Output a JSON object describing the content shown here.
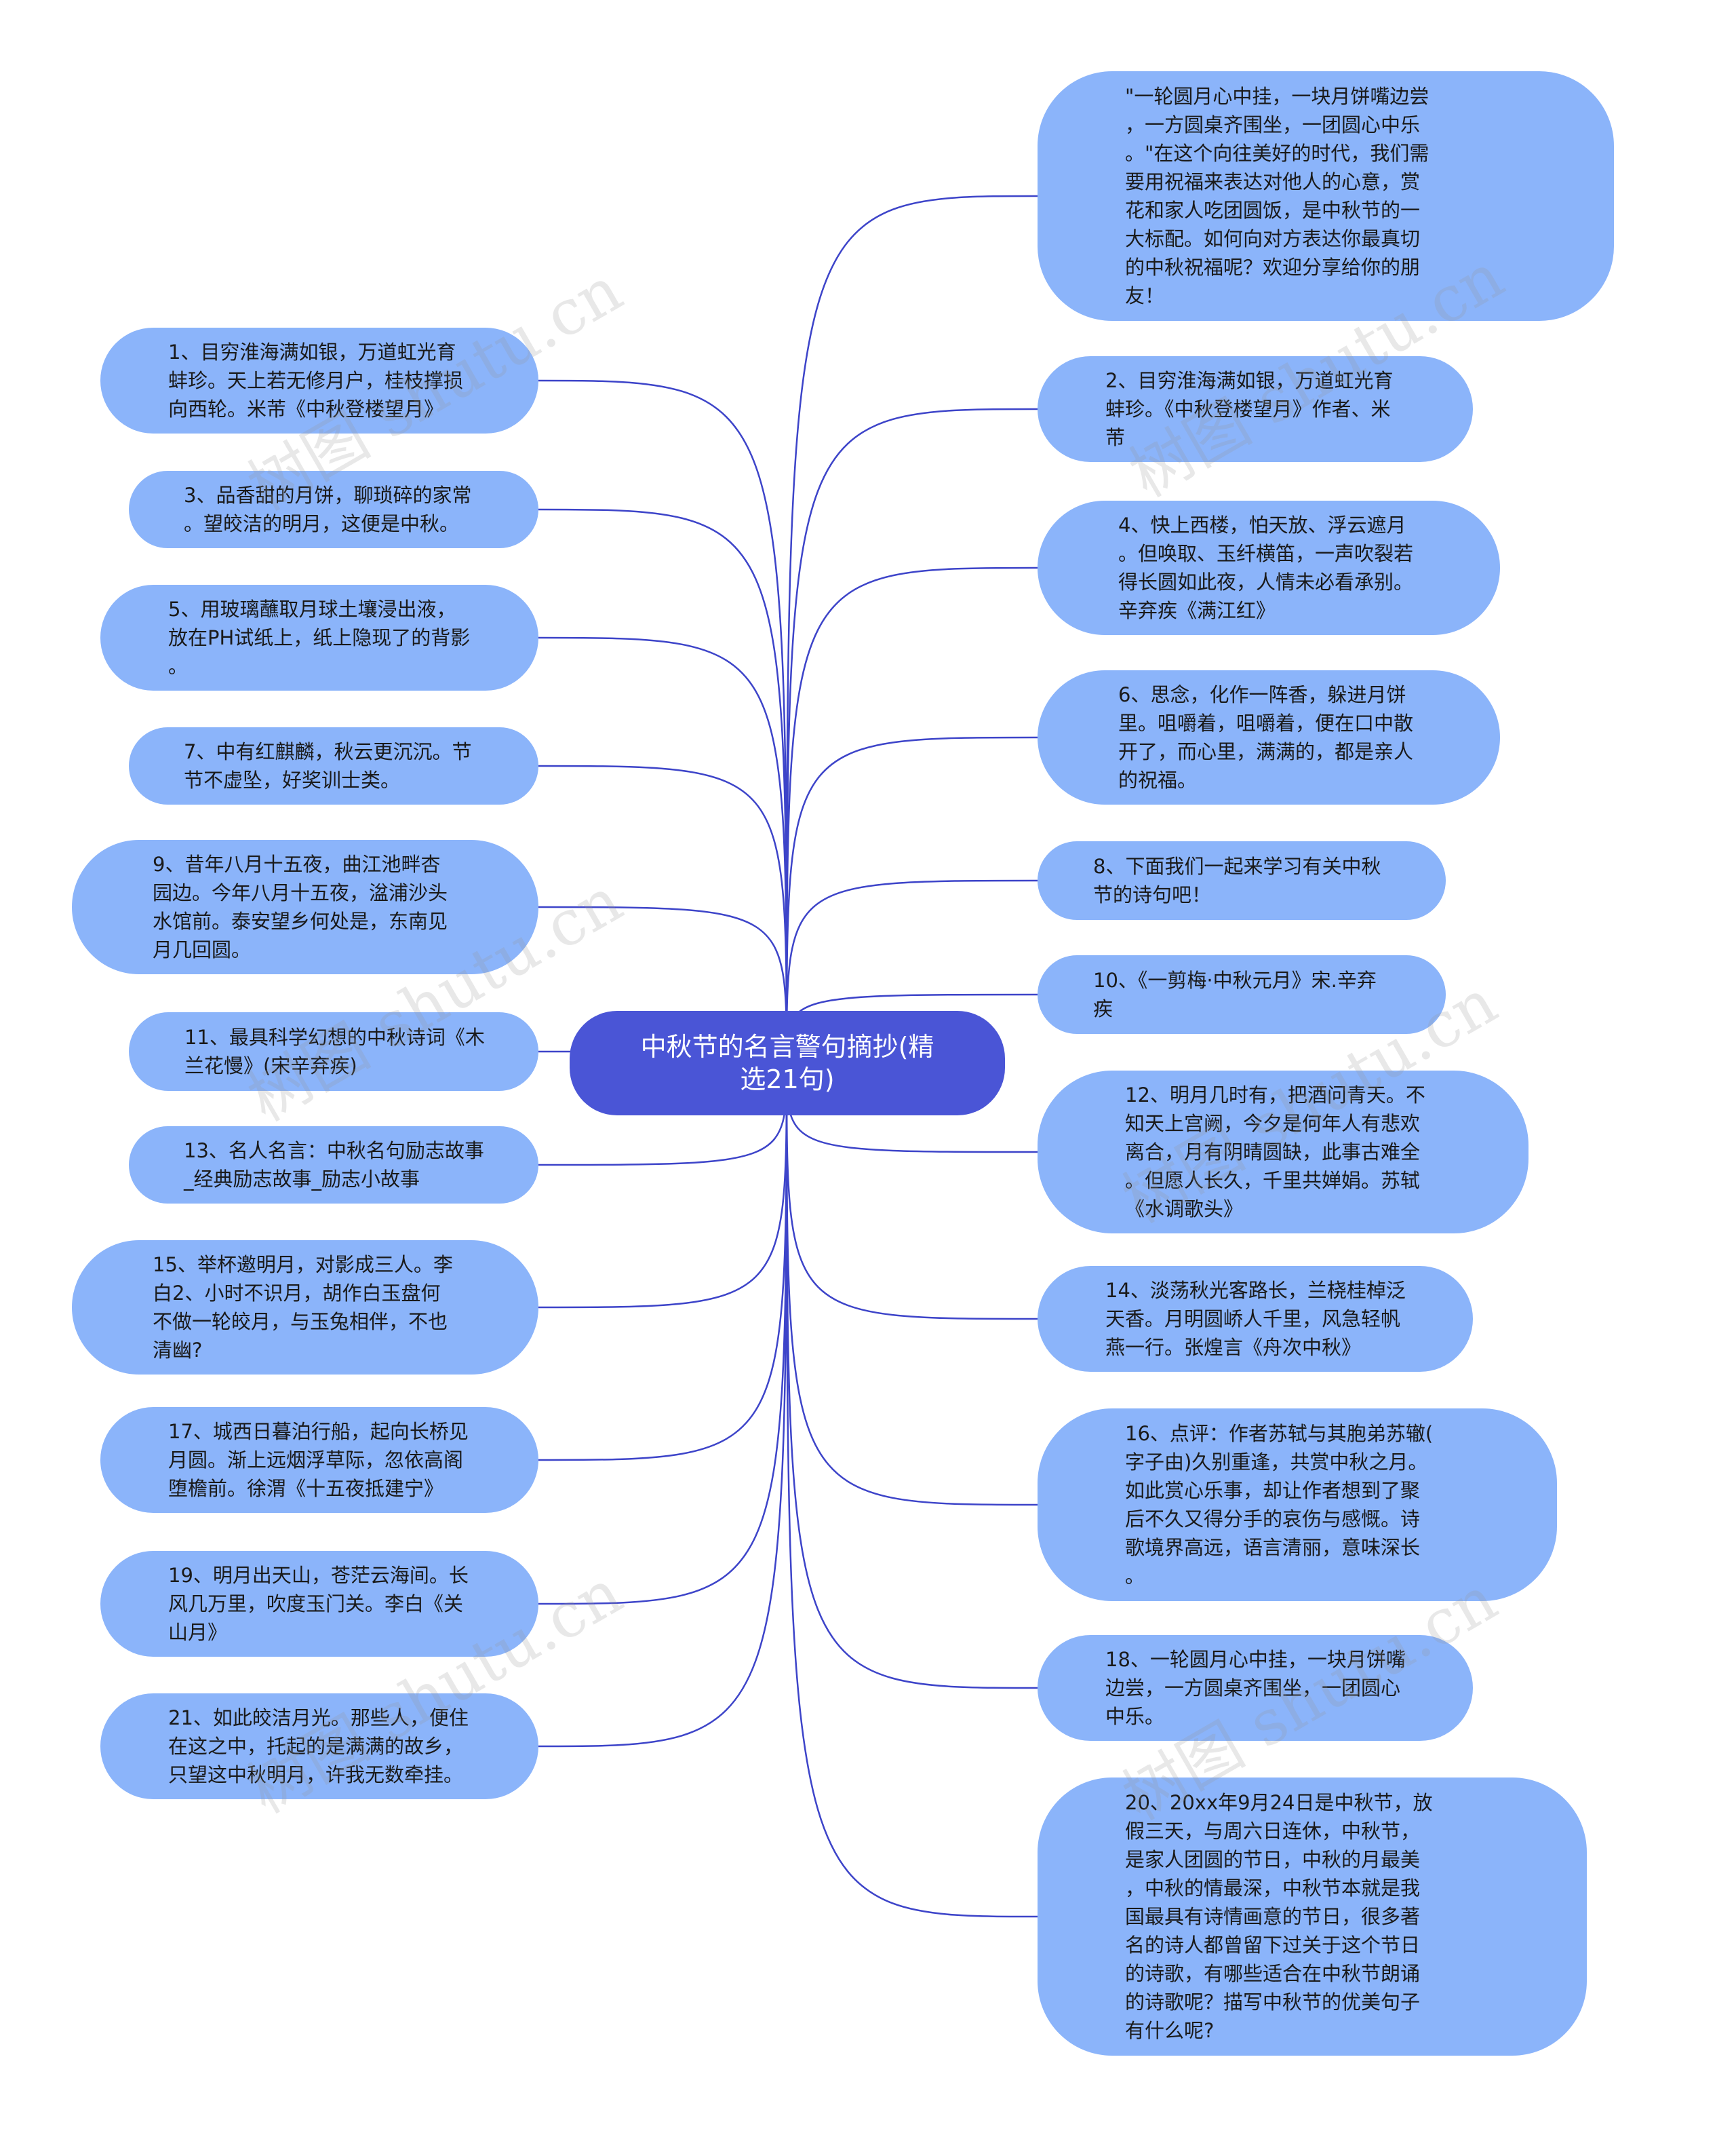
{
  "root": {
    "title": "中秋节的名言警句摘抄(精\n选21句)"
  },
  "nodes": [
    {
      "id": "r0",
      "text": "\"一轮圆月心中挂，一块月饼嘴边尝\n，一方圆桌齐围坐，一团圆心中乐\n。\"在这个向往美好的时代，我们需\n要用祝福来表达对他人的心意，赏\n花和家人吃团圆饭，是中秋节的一\n大标配。如何向对方表达你最真切\n的中秋祝福呢？欢迎分享给你的朋\n友！"
    },
    {
      "id": "l1",
      "text": "1、目穷淮海满如银，万道虹光育\n蚌珍。天上若无修月户，桂枝撑损\n向西轮。米芾《中秋登楼望月》"
    },
    {
      "id": "r2",
      "text": "2、目穷淮海满如银，万道虹光育\n蚌珍。《中秋登楼望月》作者、米\n芾"
    },
    {
      "id": "l3",
      "text": "3、品香甜的月饼，聊琐碎的家常\n。望皎洁的明月，这便是中秋。"
    },
    {
      "id": "r4",
      "text": "4、快上西楼，怕天放、浮云遮月\n。但唤取、玉纤横笛，一声吹裂若\n得长圆如此夜，人情未必看承别。\n辛弃疾《满江红》"
    },
    {
      "id": "l5",
      "text": "5、用玻璃蘸取月球土壤浸出液，\n放在PH试纸上，纸上隐现了的背影\n。"
    },
    {
      "id": "r6",
      "text": "6、思念，化作一阵香，躲进月饼\n里。咀嚼着，咀嚼着，便在口中散\n开了，而心里，满满的，都是亲人\n的祝福。"
    },
    {
      "id": "l7",
      "text": "7、中有红麒麟，秋云更沉沉。节\n节不虚坠，好奖训士类。"
    },
    {
      "id": "r8",
      "text": "8、下面我们一起来学习有关中秋\n节的诗句吧！"
    },
    {
      "id": "l9",
      "text": "9、昔年八月十五夜，曲江池畔杏\n园边。今年八月十五夜，湓浦沙头\n水馆前。泰安望乡何处是，东南见\n月几回圆。"
    },
    {
      "id": "r10",
      "text": "10、《一剪梅·中秋元月》宋.辛弃\n疾"
    },
    {
      "id": "l11",
      "text": "11、最具科学幻想的中秋诗词《木\n兰花慢》(宋辛弃疾)"
    },
    {
      "id": "r12",
      "text": "12、明月几时有，把酒问青天。不\n知天上宫阙，今夕是何年人有悲欢\n离合，月有阴晴圆缺，此事古难全\n。但愿人长久，千里共婵娟。苏轼\n《水调歌头》"
    },
    {
      "id": "l13",
      "text": "13、名人名言：中秋名句励志故事\n_经典励志故事_励志小故事"
    },
    {
      "id": "r14",
      "text": "14、淡荡秋光客路长，兰桡桂棹泛\n天香。月明圆峤人千里，风急轻帆\n燕一行。张煌言《舟次中秋》"
    },
    {
      "id": "l15",
      "text": "15、举杯邀明月，对影成三人。李\n白2、小时不识月，胡作白玉盘何\n不做一轮皎月，与玉兔相伴，不也\n清幽?"
    },
    {
      "id": "r16",
      "text": "16、点评：作者苏轼与其胞弟苏辙(\n字子由)久别重逢，共赏中秋之月。\n如此赏心乐事，却让作者想到了聚\n后不久又得分手的哀伤与感慨。诗\n歌境界高远，语言清丽，意味深长\n。"
    },
    {
      "id": "l17",
      "text": "17、城西日暮泊行船，起向长桥见\n月圆。渐上远烟浮草际，忽依高阁\n堕檐前。徐渭《十五夜抵建宁》"
    },
    {
      "id": "r18",
      "text": "18、一轮圆月心中挂，一块月饼嘴\n边尝，一方圆桌齐围坐，一团圆心\n中乐。"
    },
    {
      "id": "l19",
      "text": "19、明月出天山，苍茫云海间。长\n风几万里，吹度玉门关。李白《关\n山月》"
    },
    {
      "id": "r20",
      "text": "20、20xx年9月24日是中秋节，放\n假三天，与周六日连休，中秋节，\n是家人团圆的节日，中秋的月最美\n，中秋的情最深，中秋节本就是我\n国最具有诗情画意的节日，很多著\n名的诗人都曾留下过关于这个节日\n的诗歌，有哪些适合在中秋节朗诵\n的诗歌呢？描写中秋节的优美句子\n有什么呢?"
    },
    {
      "id": "l21",
      "text": "21、如此皎洁月光。那些人，便住\n在这之中，托起的是满满的故乡，\n只望这中秋明月，许我无数牵挂。"
    }
  ],
  "watermark": "树图 shutu.cn",
  "colors": {
    "node": "#8bb4fa",
    "root": "#4a55d6",
    "edge": "#3d44c9"
  }
}
